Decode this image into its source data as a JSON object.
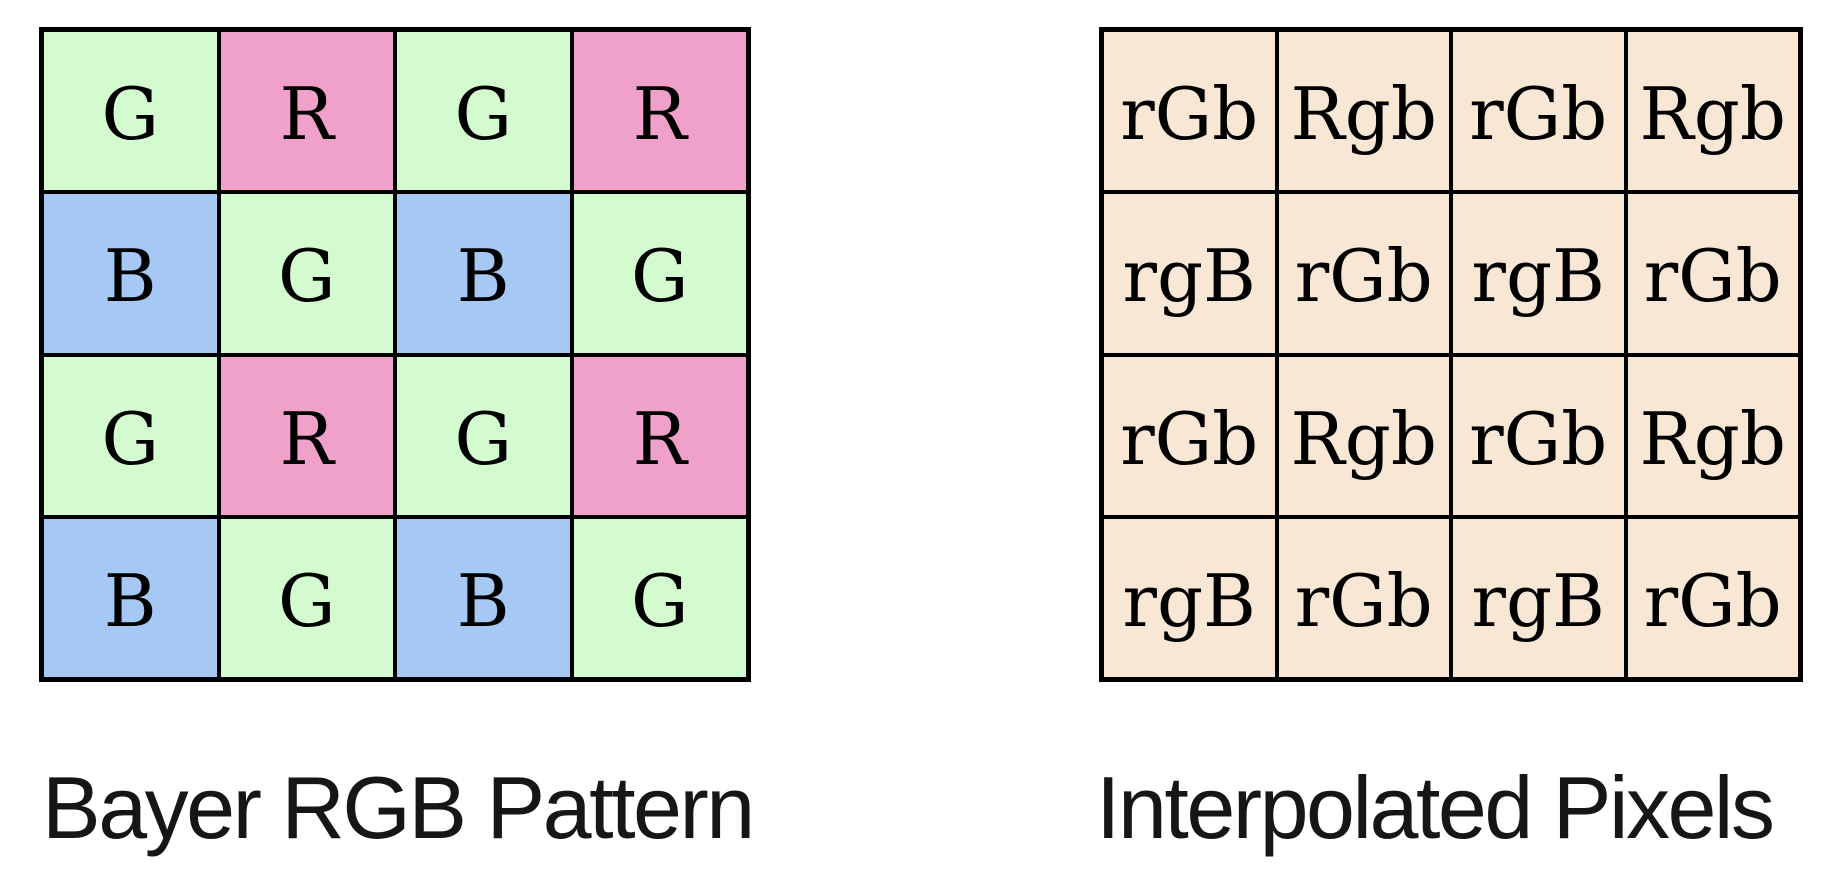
{
  "page": {
    "background": "#ffffff"
  },
  "colors": {
    "green": "#d4fad0",
    "red_pink": "#f0a1c9",
    "blue": "#a5c8f5",
    "peach": "#f8e7d5",
    "grid_line": "#000000",
    "text": "#000000"
  },
  "bayer_grid": {
    "caption": "Bayer RGB Pattern",
    "cells": [
      {
        "label": "G",
        "color_key": "green"
      },
      {
        "label": "R",
        "color_key": "red_pink"
      },
      {
        "label": "G",
        "color_key": "green"
      },
      {
        "label": "R",
        "color_key": "red_pink"
      },
      {
        "label": "B",
        "color_key": "blue"
      },
      {
        "label": "G",
        "color_key": "green"
      },
      {
        "label": "B",
        "color_key": "blue"
      },
      {
        "label": "G",
        "color_key": "green"
      },
      {
        "label": "G",
        "color_key": "green"
      },
      {
        "label": "R",
        "color_key": "red_pink"
      },
      {
        "label": "G",
        "color_key": "green"
      },
      {
        "label": "R",
        "color_key": "red_pink"
      },
      {
        "label": "B",
        "color_key": "blue"
      },
      {
        "label": "G",
        "color_key": "green"
      },
      {
        "label": "B",
        "color_key": "blue"
      },
      {
        "label": "G",
        "color_key": "green"
      }
    ]
  },
  "interpolated_grid": {
    "caption": "Interpolated Pixels",
    "cells": [
      {
        "label": "rGb",
        "color_key": "peach"
      },
      {
        "label": "Rgb",
        "color_key": "peach"
      },
      {
        "label": "rGb",
        "color_key": "peach"
      },
      {
        "label": "Rgb",
        "color_key": "peach"
      },
      {
        "label": "rgB",
        "color_key": "peach"
      },
      {
        "label": "rGb",
        "color_key": "peach"
      },
      {
        "label": "rgB",
        "color_key": "peach"
      },
      {
        "label": "rGb",
        "color_key": "peach"
      },
      {
        "label": "rGb",
        "color_key": "peach"
      },
      {
        "label": "Rgb",
        "color_key": "peach"
      },
      {
        "label": "rGb",
        "color_key": "peach"
      },
      {
        "label": "Rgb",
        "color_key": "peach"
      },
      {
        "label": "rgB",
        "color_key": "peach"
      },
      {
        "label": "rGb",
        "color_key": "peach"
      },
      {
        "label": "rgB",
        "color_key": "peach"
      },
      {
        "label": "rGb",
        "color_key": "peach"
      }
    ]
  }
}
